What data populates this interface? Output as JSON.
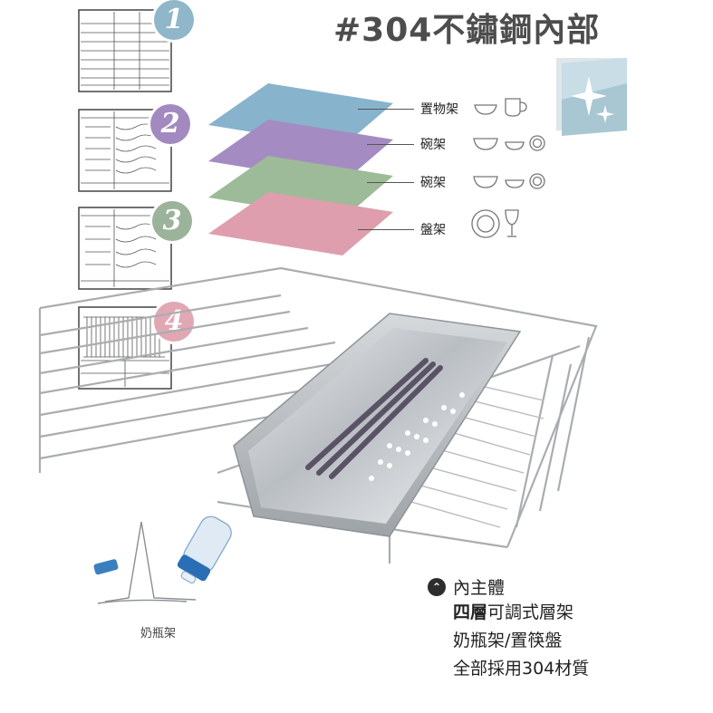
{
  "title": "#304不鏽鋼內部",
  "levels": [
    {
      "number": "1",
      "color": "#8fb6c9"
    },
    {
      "number": "2",
      "color": "#a28ac0"
    },
    {
      "number": "3",
      "color": "#9bb39a"
    },
    {
      "number": "4",
      "color": "#e1a7b3"
    }
  ],
  "layers": [
    {
      "label": "置物架",
      "color": "#87b3cc",
      "icons": [
        "bowl-icon",
        "cup-icon"
      ]
    },
    {
      "label": "碗架",
      "color": "#a48cc2",
      "icons": [
        "bowl-icon",
        "small-bowl-icon",
        "plate-icon"
      ]
    },
    {
      "label": "碗架",
      "color": "#9dbb98",
      "icons": [
        "bowl-icon",
        "small-bowl-icon",
        "plate-icon"
      ]
    },
    {
      "label": "盤架",
      "color": "#de9ead",
      "icons": [
        "large-plate-icon",
        "wine-glass-icon"
      ]
    }
  ],
  "bottle_caption": "奶瓶架",
  "feature": {
    "heading": "內主體",
    "line1_bold": "四層",
    "line1_rest": "可調式層架",
    "line2": "奶瓶架/置筷盤",
    "line3": "全部採用304材質"
  }
}
